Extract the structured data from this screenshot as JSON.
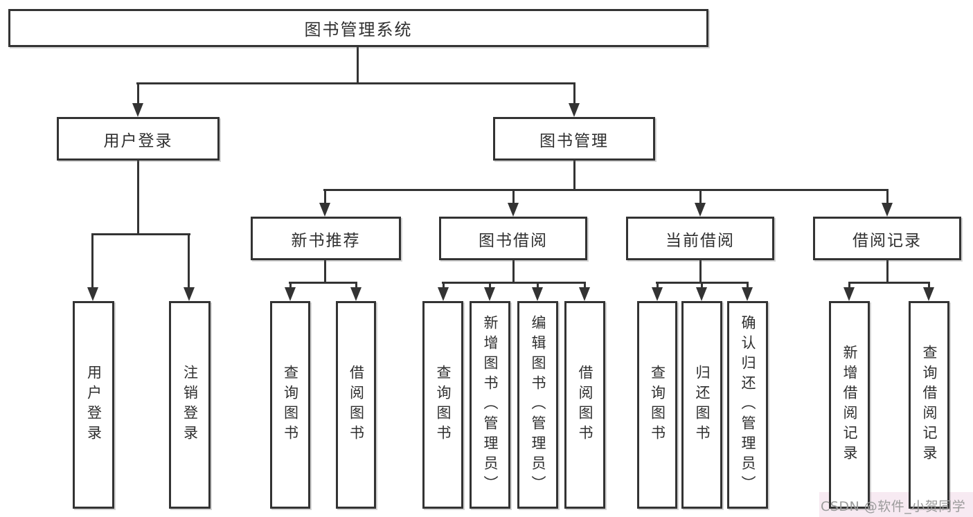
{
  "tree": {
    "root": {
      "label": "图书管理系统"
    },
    "level2": [
      {
        "id": "user-login",
        "label": "用户登录"
      },
      {
        "id": "book-management",
        "label": "图书管理"
      }
    ],
    "level3": [
      {
        "id": "new-book-recommend",
        "label": "新书推荐",
        "parent": "book-management"
      },
      {
        "id": "book-borrow",
        "label": "图书借阅",
        "parent": "book-management"
      },
      {
        "id": "current-borrow",
        "label": "当前借阅",
        "parent": "book-management"
      },
      {
        "id": "borrow-records",
        "label": "借阅记录",
        "parent": "book-management"
      }
    ],
    "leaves": [
      {
        "group": "user-login",
        "label": "用户登录"
      },
      {
        "group": "user-login",
        "label": "注销登录"
      },
      {
        "group": "new-book-recommend",
        "label": "查询图书"
      },
      {
        "group": "new-book-recommend",
        "label": "借阅图书"
      },
      {
        "group": "book-borrow",
        "label": "查询图书"
      },
      {
        "group": "book-borrow",
        "label": "新增图书（管理员）"
      },
      {
        "group": "book-borrow",
        "label": "编辑图书（管理员）"
      },
      {
        "group": "book-borrow",
        "label": "借阅图书"
      },
      {
        "group": "current-borrow",
        "label": "查询图书"
      },
      {
        "group": "current-borrow",
        "label": "归还图书"
      },
      {
        "group": "current-borrow",
        "label": "确认归还（管理员）"
      },
      {
        "group": "borrow-records",
        "label": "新增借阅记录"
      },
      {
        "group": "borrow-records",
        "label": "查询借阅记录"
      }
    ]
  },
  "watermark": "CSDN @软件_小贺同学",
  "colors": {
    "line": "#333333",
    "text": "#2f2f2f",
    "box_background": "#ffffff",
    "watermark_text": "#9b9b9b",
    "watermark_background": "#f7eaf2",
    "background": "#ffffff"
  }
}
